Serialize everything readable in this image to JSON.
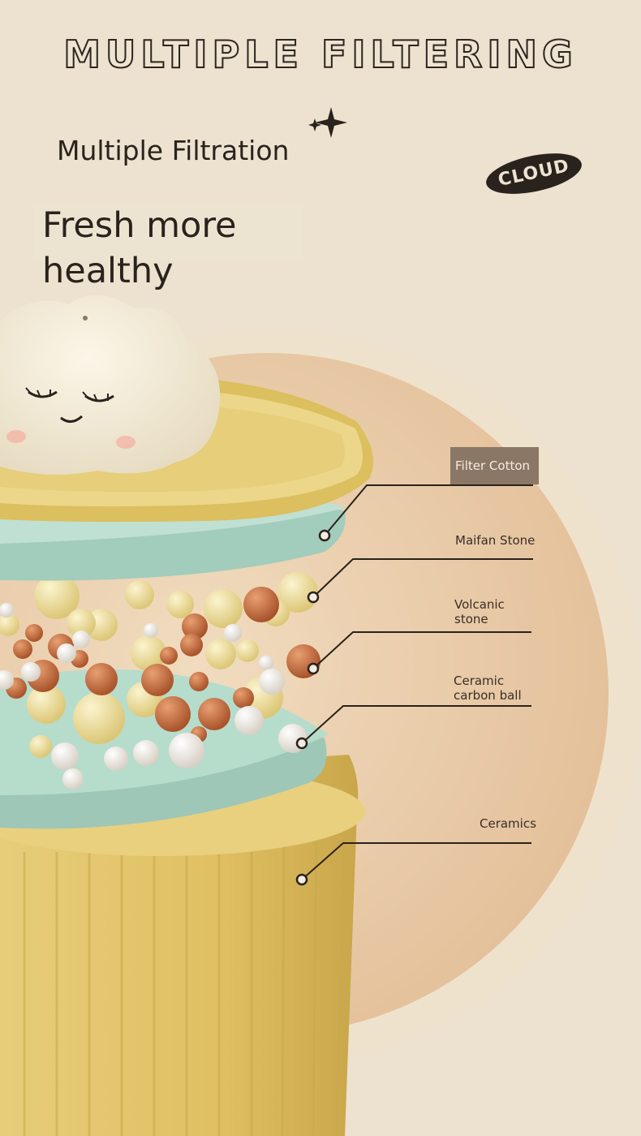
{
  "headline": "MULTIPLE FILTERING",
  "subtitle": "Multiple Filtration",
  "tagline": "Fresh more healthy",
  "badge": "CLOUD",
  "layers": [
    {
      "label": "Filter Cotton"
    },
    {
      "label": "Maifan Stone"
    },
    {
      "label": "Volcanic\nstone"
    },
    {
      "label": "Ceramic\ncarbon ball"
    },
    {
      "label": "Ceramics"
    }
  ],
  "colors": {
    "background": "#ece2cf",
    "circle": "#e8c9a6",
    "ceramic_yellow": "#e3c46a",
    "filter_mint": "#a9d1c2",
    "volcanic_brown": "#c06a3a",
    "maifan_yellow": "#efe2a0",
    "carbon_white": "#f1ece3",
    "label_box": "#8b7766"
  },
  "icons": [
    "sparkle-icon",
    "cloud-badge-icon"
  ]
}
